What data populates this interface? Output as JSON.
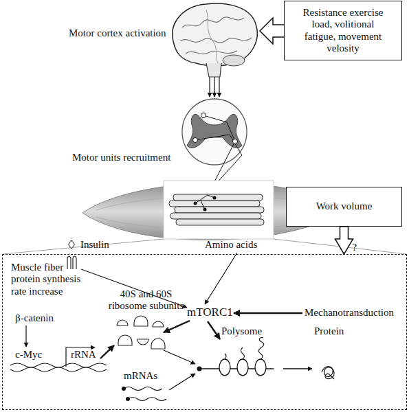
{
  "diagram": {
    "nodes": [
      {
        "text": [
          "Resistance exercise load, volitional fatigue, movement velosity"
        ]
      },
      {
        "text": [
          "Work volume"
        ]
      },
      {
        "text": [
          "Muscle fiber protein synthesis rate increase"
        ]
      }
    ],
    "edges": [
      {
        "from": 1,
        "to": 2,
        "arrow": "to",
        "label": "?"
      }
    ],
    "labels": [
      "Motor cortex activation",
      "Motor units recruitment",
      "Insulin",
      "Amino acids",
      "40S and 60S ribosome subunits",
      "β-catenin",
      "mTORC1",
      "Mechanotransduction",
      "Polysome",
      "Protein",
      "c-Myc",
      "rRNA",
      "mRNAs"
    ]
  }
}
